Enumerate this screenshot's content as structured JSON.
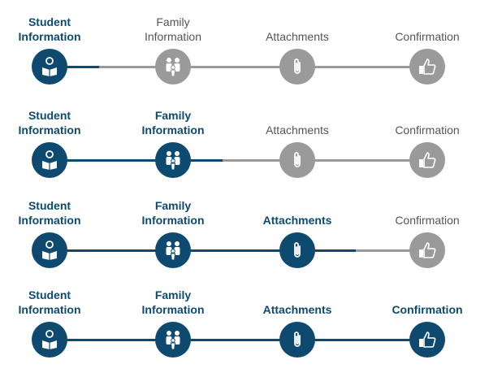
{
  "progress_rows": [
    {
      "steps": [
        {
          "label": "Student\nInformation",
          "active": true,
          "icon": "student-reading-icon"
        },
        {
          "label": "Family\nInformation",
          "active": false,
          "icon": "family-icon"
        },
        {
          "label": "Attachments",
          "active": false,
          "icon": "paperclip-icon"
        },
        {
          "label": "Confirmation",
          "active": false,
          "icon": "thumbs-up-icon"
        }
      ],
      "connector_progress": 0.4
    },
    {
      "steps": [
        {
          "label": "Student\nInformation",
          "active": true,
          "icon": "student-reading-icon"
        },
        {
          "label": "Family\nInformation",
          "active": true,
          "icon": "family-icon"
        },
        {
          "label": "Attachments",
          "active": false,
          "icon": "paperclip-icon"
        },
        {
          "label": "Confirmation",
          "active": false,
          "icon": "thumbs-up-icon"
        }
      ],
      "connector_progress": 1.4
    },
    {
      "steps": [
        {
          "label": "Student\nInformation",
          "active": true,
          "icon": "student-reading-icon"
        },
        {
          "label": "Family\nInformation",
          "active": true,
          "icon": "family-icon"
        },
        {
          "label": "Attachments",
          "active": true,
          "icon": "paperclip-icon"
        },
        {
          "label": "Confirmation",
          "active": false,
          "icon": "thumbs-up-icon"
        }
      ],
      "connector_progress": 2.45
    },
    {
      "steps": [
        {
          "label": "Student\nInformation",
          "active": true,
          "icon": "student-reading-icon"
        },
        {
          "label": "Family\nInformation",
          "active": true,
          "icon": "family-icon"
        },
        {
          "label": "Attachments",
          "active": true,
          "icon": "paperclip-icon"
        },
        {
          "label": "Confirmation",
          "active": true,
          "icon": "thumbs-up-icon"
        }
      ],
      "connector_progress": 3
    }
  ],
  "colors": {
    "active": "#0e4a6f",
    "inactive": "#9a9a9a"
  }
}
